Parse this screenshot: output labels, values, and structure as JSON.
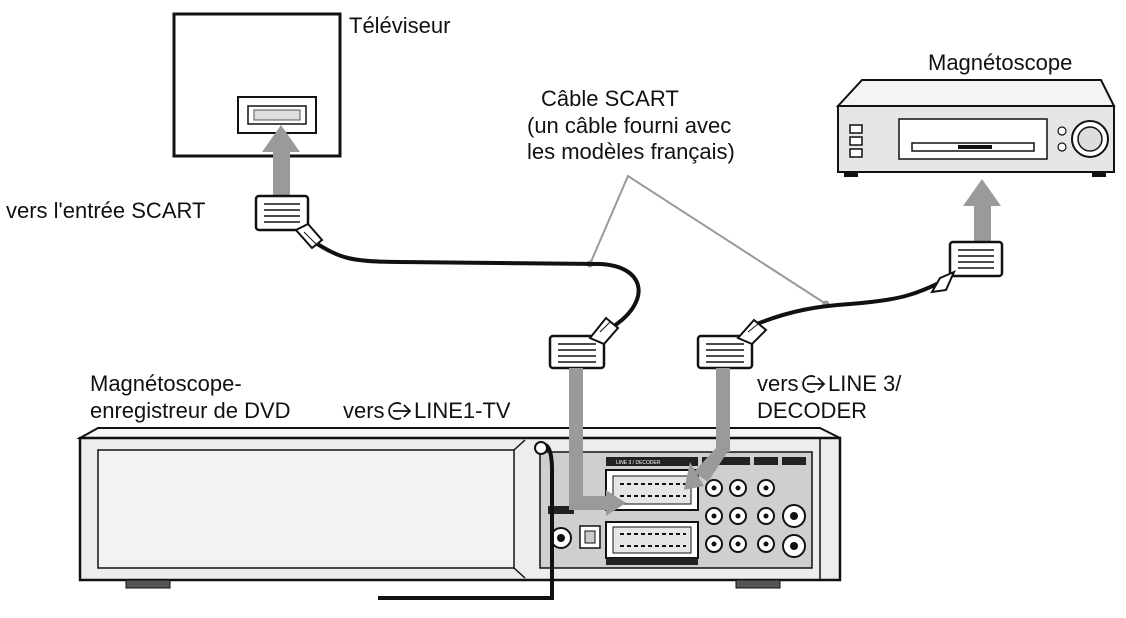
{
  "labels": {
    "tv": "Téléviseur",
    "vcr": "Magnétoscope",
    "cable_line1": "Câble SCART",
    "cable_line2": "(un câble fourni avec",
    "cable_line3": "les modèles français)",
    "scart_input": "vers l'entrée SCART",
    "recorder_line1": "Magnétoscope-",
    "recorder_line2": "enregistreur de DVD",
    "line1_prefix": "vers",
    "line1_name": "LINE1-TV",
    "line3_prefix": "vers",
    "line3_name": "LINE 3/",
    "line3_line2": "DECODER"
  },
  "icons": {
    "line_arrow": "line-input-arrow-icon"
  },
  "colors": {
    "ink": "#111111",
    "arrow": "#9a9a9a",
    "panel": "#cfcfcf",
    "device": "#e6e6e6"
  }
}
